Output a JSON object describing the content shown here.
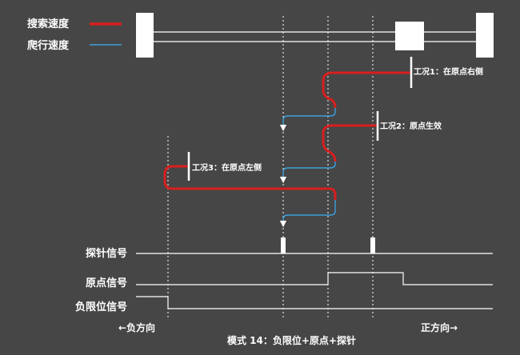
{
  "legend": {
    "search_speed": "搜索速度",
    "creep_speed": "爬行速度"
  },
  "conditions": {
    "c1": "工况1：在原点右侧",
    "c2": "工况2：原点生效",
    "c3": "工况3：在原点左侧"
  },
  "signals": {
    "probe": "探针信号",
    "home": "原点信号",
    "neg_limit": "负限位信号"
  },
  "directions": {
    "negative": "←负方向",
    "positive": "正方向→"
  },
  "caption": "模式 14：负限位+原点+探针",
  "colors": {
    "background": "#464646",
    "search": "#d81e1e",
    "creep": "#3aa0dc",
    "line": "#ffffff"
  }
}
